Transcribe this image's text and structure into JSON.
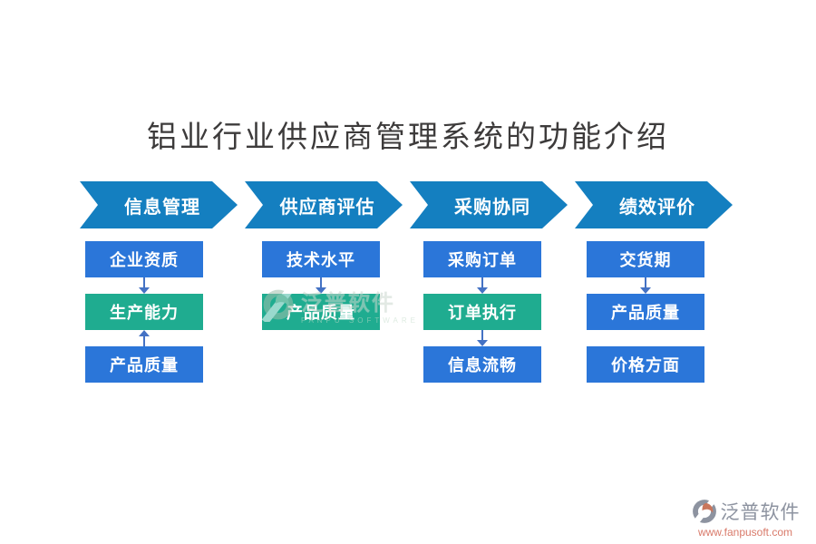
{
  "title": "铝业行业供应商管理系统的功能介绍",
  "flow": {
    "columns": [
      {
        "header": "信息管理",
        "boxes": [
          {
            "label": "企业资质",
            "color": "blue"
          },
          {
            "label": "生产能力",
            "color": "teal"
          },
          {
            "label": "产品质量",
            "color": "blue"
          }
        ],
        "arrows": [
          "down",
          "up"
        ]
      },
      {
        "header": "供应商评估",
        "boxes": [
          {
            "label": "技术水平",
            "color": "blue"
          },
          {
            "label": "产品质量",
            "color": "teal"
          }
        ],
        "arrows": [
          "down"
        ]
      },
      {
        "header": "采购协同",
        "boxes": [
          {
            "label": "采购订单",
            "color": "blue"
          },
          {
            "label": "订单执行",
            "color": "teal"
          },
          {
            "label": "信息流畅",
            "color": "blue"
          }
        ],
        "arrows": [
          "down",
          "down"
        ]
      },
      {
        "header": "绩效评价",
        "boxes": [
          {
            "label": "交货期",
            "color": "blue"
          },
          {
            "label": "产品质量",
            "color": "blue"
          },
          {
            "label": "价格方面",
            "color": "blue"
          }
        ],
        "arrows": [
          "down",
          "none"
        ]
      }
    ]
  },
  "watermark": {
    "text": "泛普软件",
    "subtext": "FANPU SOFTWARE"
  },
  "footer_logo": {
    "name": "泛普软件",
    "url": "www.fanpusoft.com"
  },
  "colors": {
    "chevron_blue": "#147fc0",
    "box_blue": "#2b76d9",
    "box_teal": "#1fac90",
    "arrow_blue": "#4472c4",
    "title_text": "#3d3b3b",
    "logo_gray": "#8d93a0",
    "logo_orange": "#c9765c",
    "url_red": "#d97a6a"
  }
}
